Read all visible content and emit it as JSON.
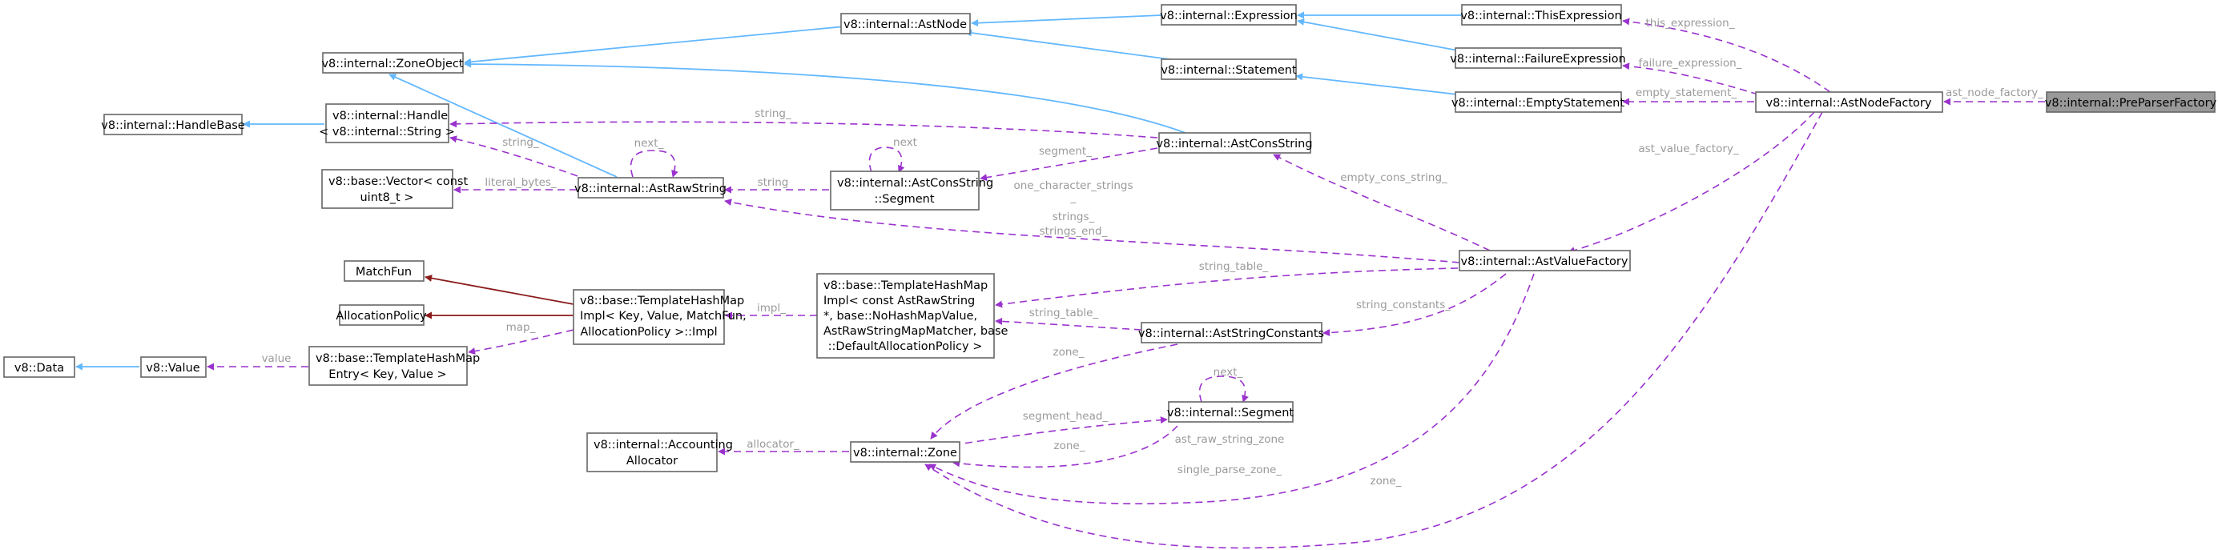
{
  "colors": {
    "inheritance": "#63b8ff",
    "private_inheritance": "#8b1a1a",
    "usage": "#9a32cd",
    "label": "#9a9a9a",
    "node_border": "#666666",
    "focus_fill": "#999999"
  },
  "nodes": {
    "preparser_factory": [
      "v8::internal::PreParserFactory"
    ],
    "ast_node_factory": [
      "v8::internal::AstNodeFactory"
    ],
    "this_expression": [
      "v8::internal::ThisExpression"
    ],
    "failure_expression": [
      "v8::internal::FailureExpression"
    ],
    "empty_statement": [
      "v8::internal::EmptyStatement"
    ],
    "expression": [
      "v8::internal::Expression"
    ],
    "statement": [
      "v8::internal::Statement"
    ],
    "ast_node": [
      "v8::internal::AstNode"
    ],
    "zone_object": [
      "v8::internal::ZoneObject"
    ],
    "handle_base": [
      "v8::internal::HandleBase"
    ],
    "handle_string": [
      "v8::internal::Handle",
      "< v8::internal::String >"
    ],
    "vector_uint8": [
      "v8::base::Vector< const",
      "uint8_t >"
    ],
    "ast_raw_string": [
      "v8::internal::AstRawString"
    ],
    "ast_cons_string_segment": [
      "v8::internal::AstConsString",
      "::Segment"
    ],
    "ast_cons_string": [
      "v8::internal::AstConsString"
    ],
    "ast_value_factory": [
      "v8::internal::AstValueFactory"
    ],
    "match_fun": [
      "MatchFun"
    ],
    "allocation_policy": [
      "AllocationPolicy"
    ],
    "hashmap_impl_generic": [
      "v8::base::TemplateHashMap",
      "Impl< Key, Value, MatchFun,",
      "AllocationPolicy >::Impl"
    ],
    "hashmap_impl_specific": [
      "v8::base::TemplateHashMap",
      "Impl< const AstRawString",
      "*, base::NoHashMapValue,",
      "AstRawStringMapMatcher, base",
      "::DefaultAllocationPolicy >"
    ],
    "ast_string_constants": [
      "v8::internal::AstStringConstants"
    ],
    "v8_data": [
      "v8::Data"
    ],
    "v8_value": [
      "v8::Value"
    ],
    "hashmap_entry": [
      "v8::base::TemplateHashMap",
      "Entry< Key, Value >"
    ],
    "segment": [
      "v8::internal::Segment"
    ],
    "accounting_allocator": [
      "v8::internal::Accounting",
      "Allocator"
    ],
    "zone": [
      "v8::internal::Zone"
    ]
  },
  "edge_labels": {
    "ast_node_factory": "ast_node_factory_",
    "this_expression": "this_expression_",
    "failure_expression": "failure_expression_",
    "empty_statement": "empty_statement_",
    "ast_value_factory": "ast_value_factory_",
    "zone_from_factory": "zone_",
    "empty_cons_string": "empty_cons_string_",
    "string_handle_cons": "string_",
    "segment_first": "segment_",
    "next_segment": "next",
    "string_segment": "string",
    "string_handle_raw": "string_",
    "literal_bytes": "literal_bytes_",
    "next_raw": "next_",
    "strings_group": [
      "one_character_strings",
      "_",
      "strings_",
      "strings_end_"
    ],
    "string_table": "string_table_",
    "impl": "impl_",
    "map": "map_",
    "value": "value",
    "string_table_constants": "string_table_",
    "string_constants": "string_constants_",
    "zone_from_constants": "zone_",
    "next_zone_segment": "next_",
    "segment_head": "segment_head_",
    "zone_from_segment": "zone_",
    "ast_raw_string_zone": "ast_raw_string_zone",
    "single_parse_zone": "single_parse_zone_",
    "allocator": "allocator_"
  }
}
